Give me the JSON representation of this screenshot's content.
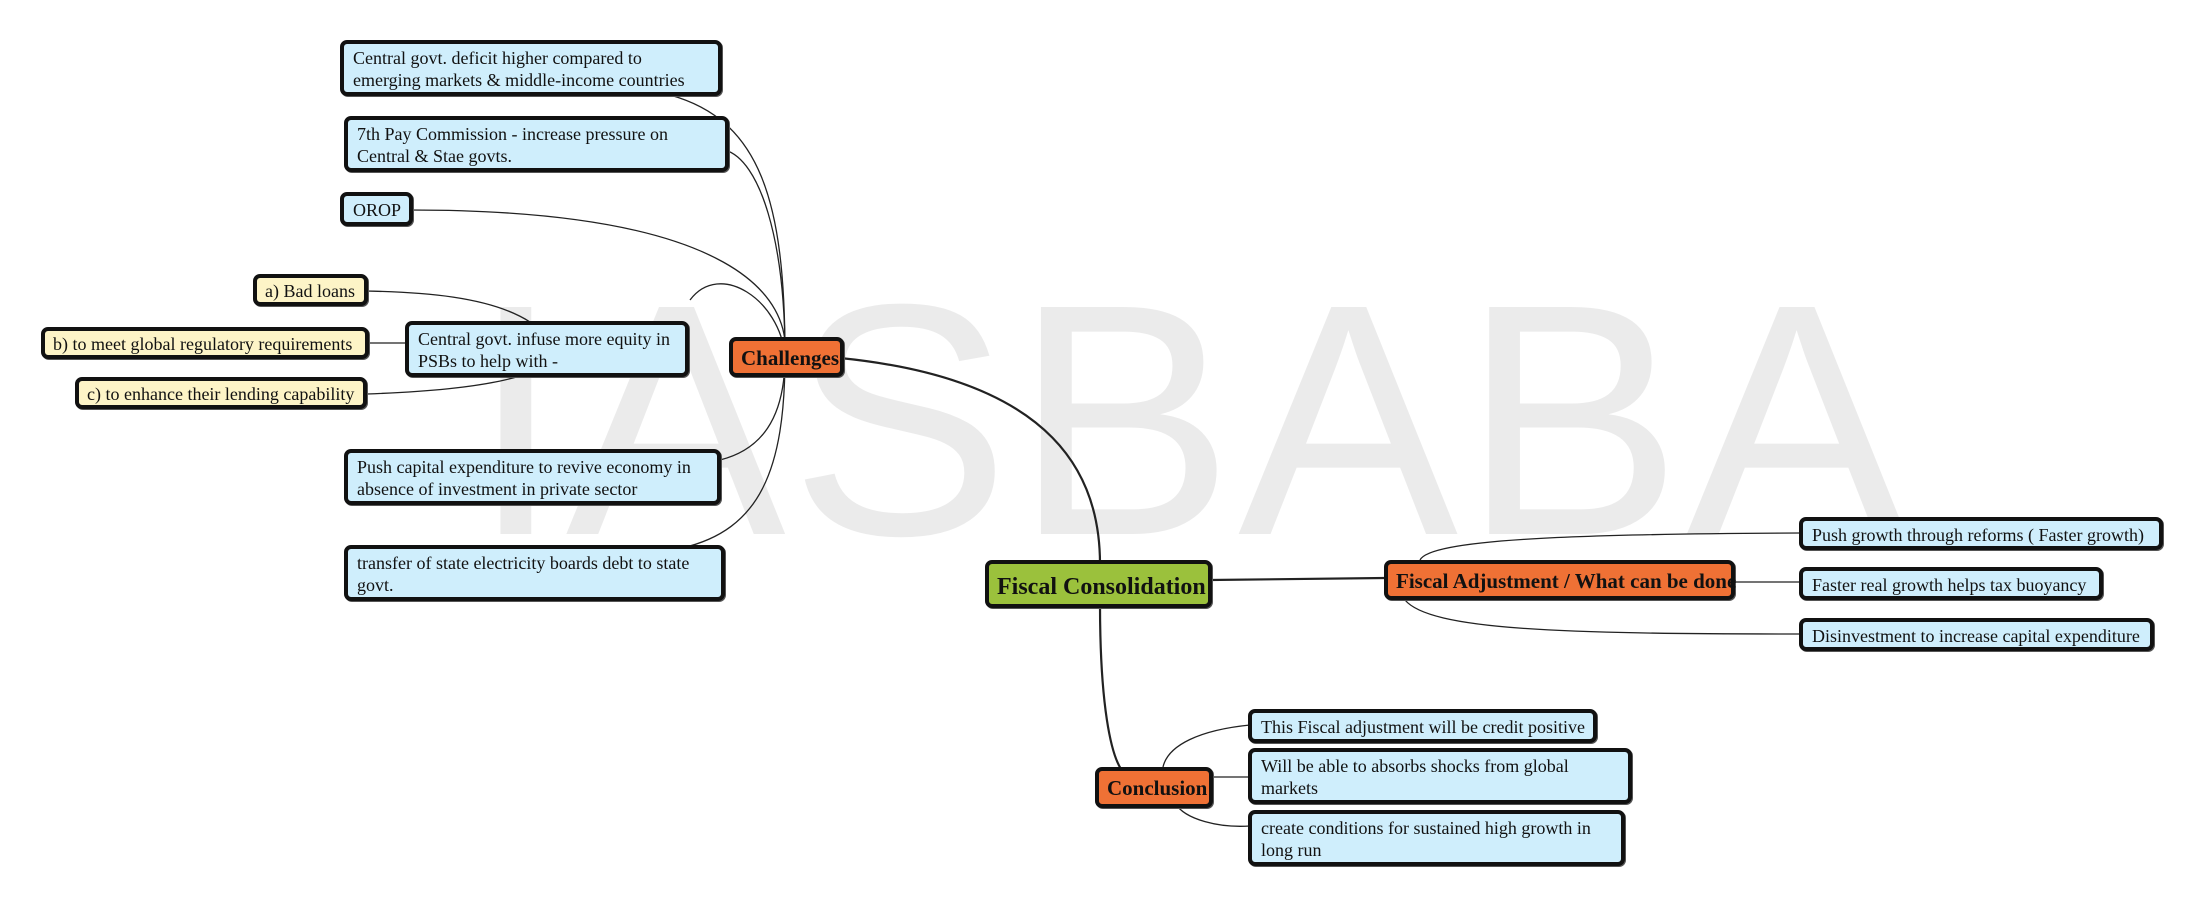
{
  "watermark": "IASBABA",
  "root": {
    "label": "Fiscal Consolidation"
  },
  "branches": {
    "challenges": {
      "label": "Challenges",
      "items": [
        "Central govt. deficit higher compared to emerging markets & middle-income countries",
        "7th Pay Commission - increase pressure on Central & Stae govts.",
        "OROP",
        "Central govt. infuse more equity in PSBs to help with -",
        "Push capital expenditure to revive economy in absence of investment in private sector",
        "transfer of state electricity boards debt to state govt."
      ],
      "equity_sub_items": [
        "a) Bad loans",
        "b) to meet global regulatory requirements",
        "c) to enhance their lending capability"
      ]
    },
    "fiscal_adjustment": {
      "label": "Fiscal Adjustment / What can be done",
      "items": [
        "Push growth through reforms ( Faster growth)",
        "Faster real growth helps tax buoyancy",
        "Disinvestment to increase capital expenditure"
      ]
    },
    "conclusion": {
      "label": "Conclusion",
      "items": [
        "This Fiscal adjustment will be credit positive",
        "Will be able to absorbs shocks from global markets",
        "create conditions for sustained high growth in long run"
      ]
    }
  },
  "colors": {
    "root_fill": "#9bc13c",
    "branch_fill": "#ef7135",
    "leaf_fill": "#cfeefc",
    "sub_leaf_fill": "#fdf4c7",
    "border": "#111111"
  }
}
